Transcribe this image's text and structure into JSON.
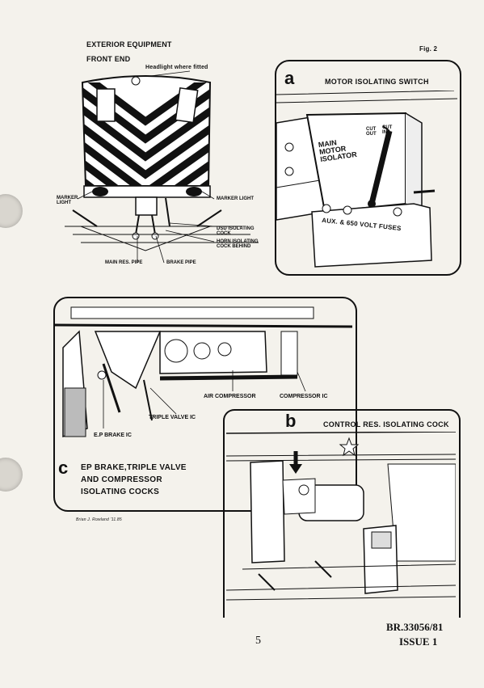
{
  "fig_label": "Fig. 2",
  "front_end": {
    "title_line1": "EXTERIOR EQUIPMENT",
    "title_line2": "FRONT END",
    "headlight": "Headlight where fitted",
    "marker_left": "MARKER\nLIGHT",
    "marker_right": "MARKER LIGHT",
    "dsd_cock": "DSD ISOLATING\nCOCK",
    "horn_cock": "HORN ISOLATING\nCOCK BEHIND",
    "main_res_pipe": "MAIN RES. PIPE",
    "brake_pipe": "BRAKE PIPE"
  },
  "panel_a": {
    "letter": "a",
    "title": "MOTOR ISOLATING SWITCH",
    "isolator_text": "MAIN\nMOTOR\nISOLATOR",
    "cut_out": "CUT\nOUT",
    "cut_in": "CUT\nIN",
    "fuses": "AUX. & 650 VOLT FUSES"
  },
  "panel_c": {
    "letter": "c",
    "air_compressor": "AIR COMPRESSOR",
    "compressor_ic": "COMPRESSOR IC",
    "triple_valve_ic": "TRIPLE VALVE IC",
    "ep_brake_ic": "E.P BRAKE IC",
    "caption_line1": "EP BRAKE,TRIPLE VALVE",
    "caption_line2": "AND COMPRESSOR",
    "caption_line3": "ISOLATING COCKS",
    "signature": "Brian J. Rowland '11.85"
  },
  "panel_b": {
    "letter": "b",
    "title": "CONTROL RES. ISOLATING COCK"
  },
  "footer": {
    "page_number": "5",
    "doc_ref": "BR.33056/81",
    "issue": "ISSUE 1"
  }
}
